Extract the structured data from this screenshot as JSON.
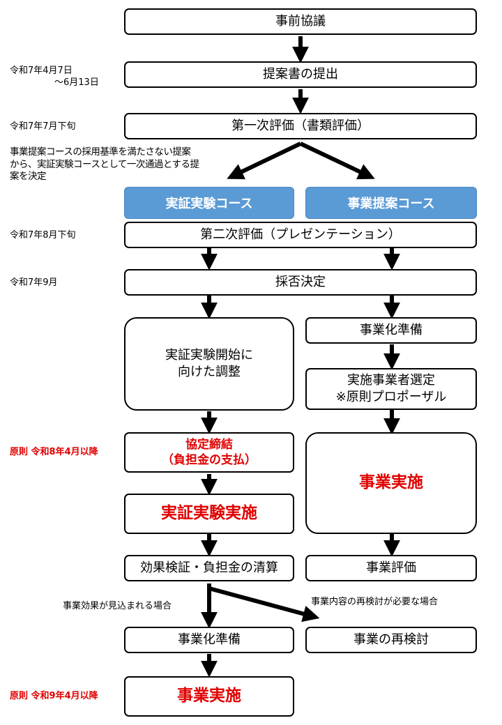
{
  "steps": {
    "prior_consult": "事前協議",
    "submit": "提案書の提出",
    "eval1": "第一次評価（書類評価）",
    "course_demo": "実証実験コース",
    "course_proposal": "事業提案コース",
    "eval2": "第二次評価（プレゼンテーション）",
    "decision": "採否決定",
    "coord_line1": "実証実験開始に",
    "coord_line2": "向けた調整",
    "agreement_line1": "協定締結",
    "agreement_line2": "（負担金の支払）",
    "demo_run": "実証実験実施",
    "verify": "効果検証・負担金の清算",
    "prep_right": "事業化準備",
    "select_line1": "実施事業者選定",
    "select_line2": "※原則プロポーザル",
    "impl_right": "事業実施",
    "eval_right": "事業評価",
    "prep_bottom": "事業化準備",
    "reexam": "事業の再検討",
    "impl_final": "事業実施"
  },
  "dates": {
    "submit_line1": "令和7年4月7日",
    "submit_line2": "～6月13日",
    "eval1": "令和7年7月下旬",
    "eval2": "令和7年8月下旬",
    "decision": "令和7年9月",
    "agreement": "原則 令和8年4月以降",
    "final": "原則 令和9年4月以降"
  },
  "notes": {
    "switch_line1": "事業提案コースの採用基準を満たさない提案",
    "switch_line2": "から、実証実験コースとして一次通過とする提",
    "switch_line3": "案を決定",
    "effect_expected": "事業効果が見込まれる場合",
    "reexam_needed": "事業内容の再検討が必要な場合"
  },
  "colors": {
    "course_fill": "#5b9bd5",
    "emphasis_red": "#e00000"
  }
}
